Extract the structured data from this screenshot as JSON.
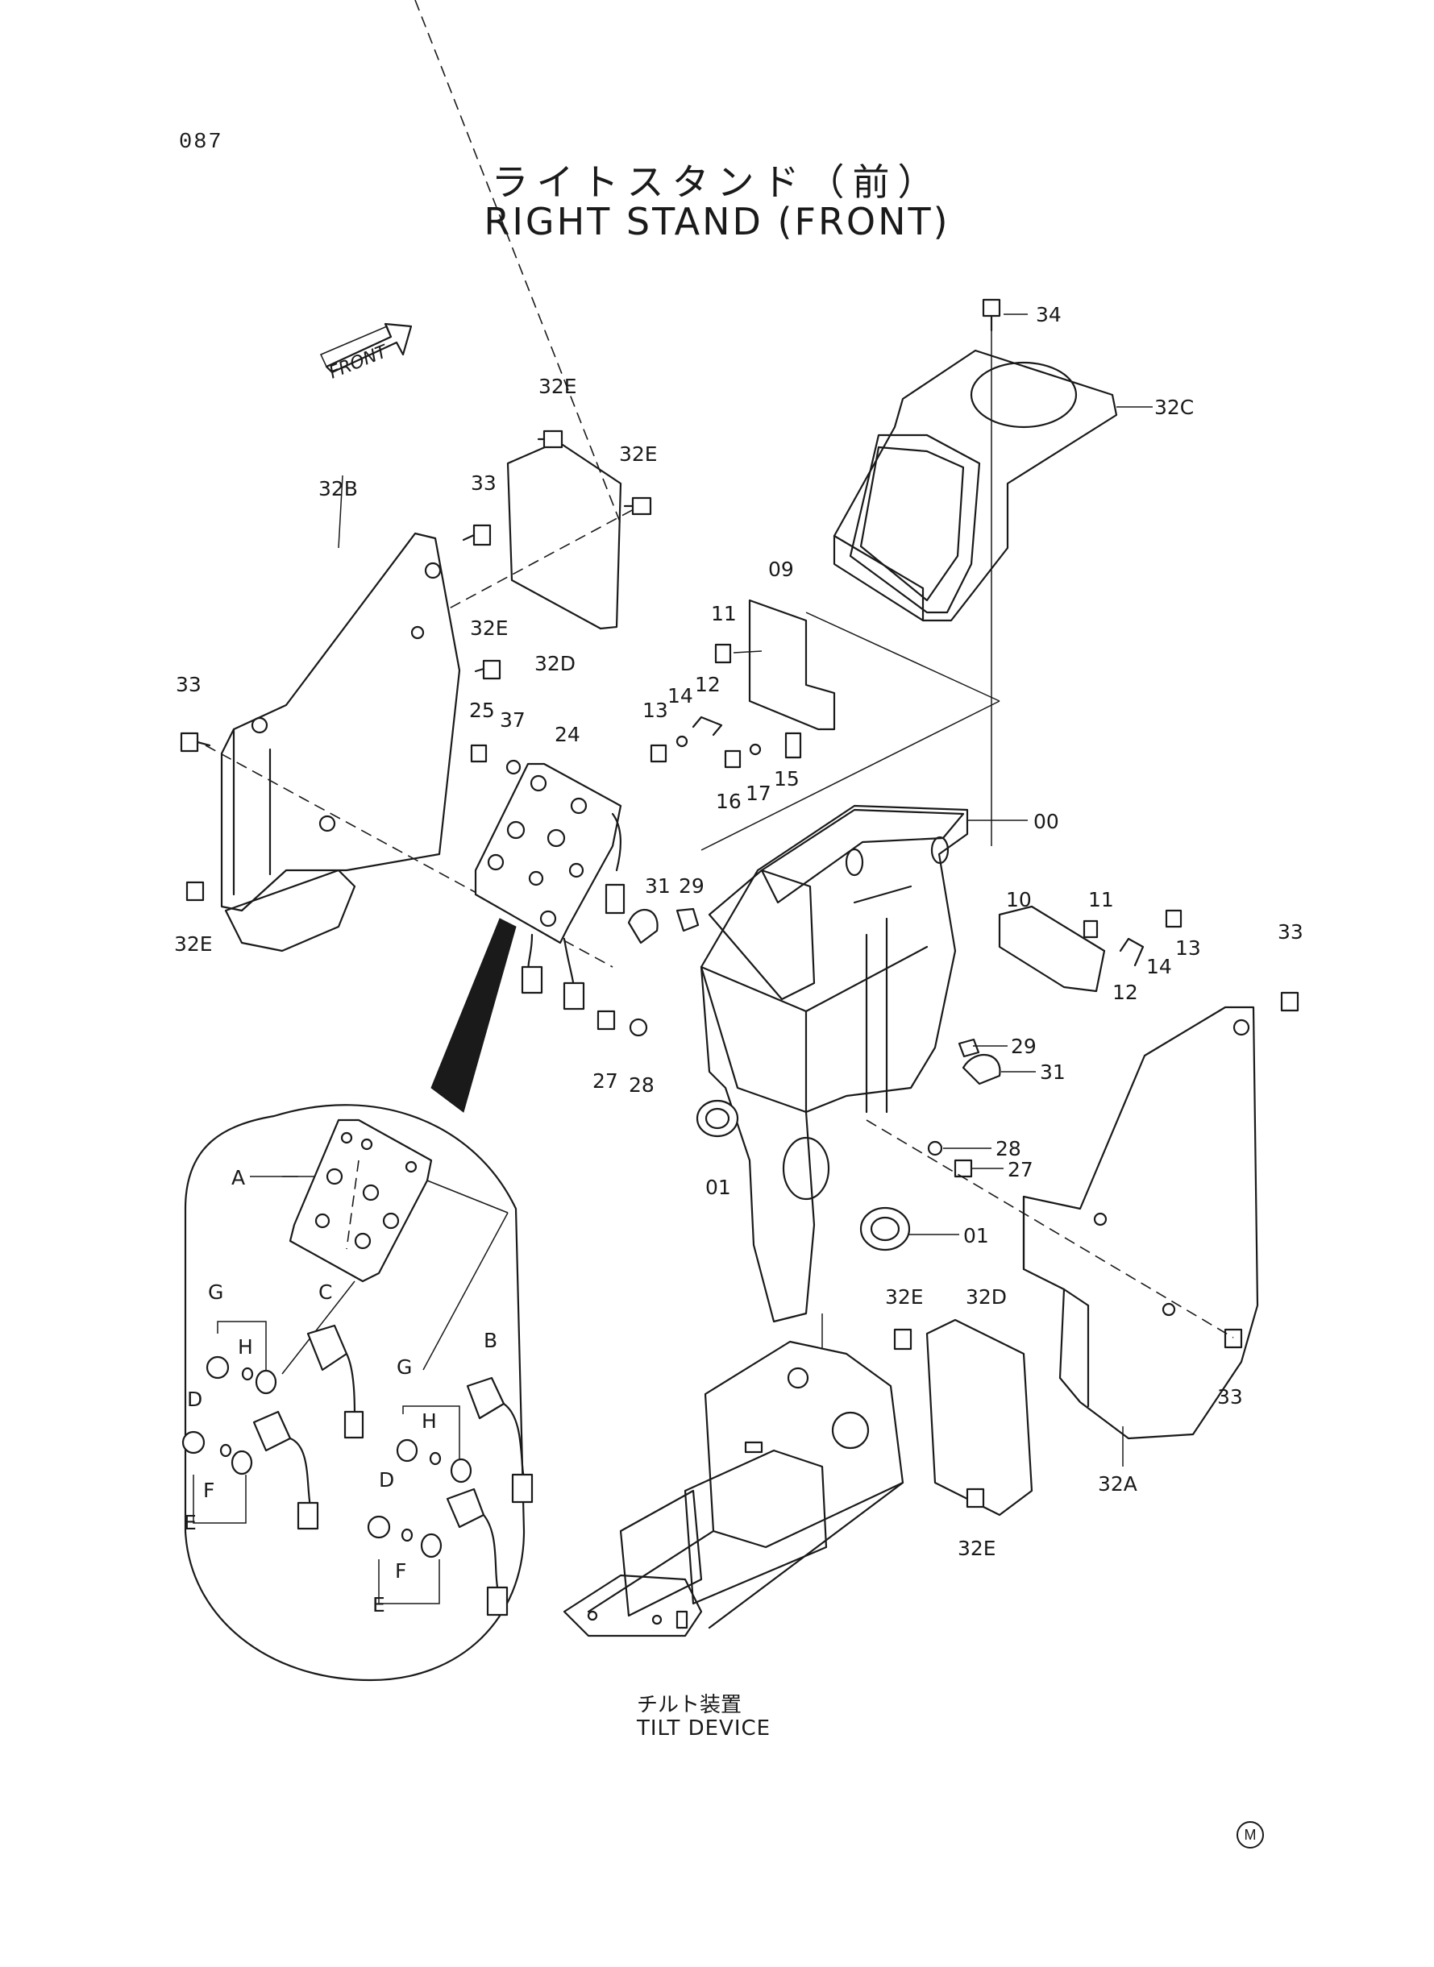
{
  "page": {
    "number": "087",
    "title_jp": "ライトスタンド（前）",
    "title_en": "RIGHT STAND (FRONT)"
  },
  "direction_arrow": {
    "label": "FRONT"
  },
  "sub_assembly": {
    "label_jp": "チルト装置",
    "label_en": "TILT DEVICE"
  },
  "mark": "M",
  "callouts": {
    "c34": "34",
    "c32C": "32C",
    "c32E_top": "32E",
    "c32E_top2": "32E",
    "c33_top": "33",
    "c32B": "32B",
    "c32D_top": "32D",
    "c32E_mid": "32E",
    "c33_left": "33",
    "c32E_left": "32E",
    "c09": "09",
    "c11_top": "11",
    "c12_top": "12",
    "c14_top": "14",
    "c13_top": "13",
    "c16": "16",
    "c17": "17",
    "c15": "15",
    "c25": "25",
    "c37": "37",
    "c24": "24",
    "c00": "00",
    "c31_left": "31",
    "c29_left": "29",
    "c10": "10",
    "c11_right": "11",
    "c13_right": "13",
    "c14_right": "14",
    "c12_right": "12",
    "c33_right_top": "33",
    "c29_right": "29",
    "c31_right": "31",
    "c27_left": "27",
    "c28_left": "28",
    "c28_right": "28",
    "c27_right": "27",
    "c01_left": "01",
    "c01_right": "01",
    "c32E_br": "32E",
    "c32D_br": "32D",
    "c33_br": "33",
    "c32E_bottom": "32E",
    "c32A": "32A",
    "cA": "A",
    "cC": "C",
    "cG_left": "G",
    "cH_left": "H",
    "cD_left": "D",
    "cF_left": "F",
    "cE_left": "E",
    "cB": "B",
    "cG_right": "G",
    "cH_right": "H",
    "cD_right": "D",
    "cF_right": "F",
    "cE_right": "E"
  }
}
